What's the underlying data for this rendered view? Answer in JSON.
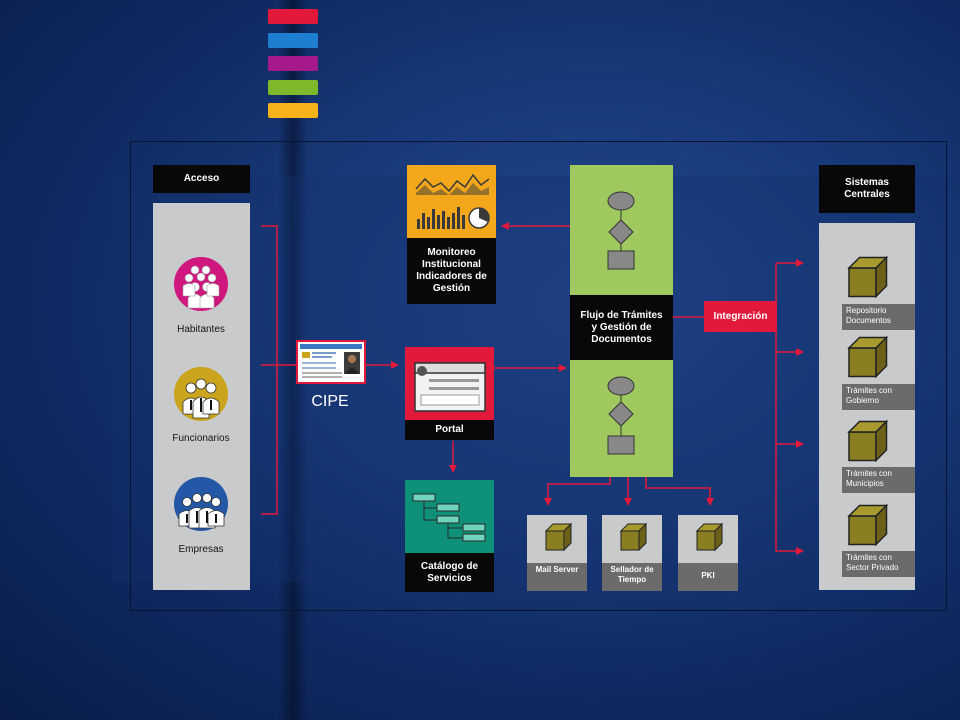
{
  "colors": {
    "bar_red": "#e2193b",
    "bar_blue": "#1e7fd0",
    "bar_purple": "#a5198b",
    "bar_green": "#7fb82a",
    "bar_yellow": "#f6b21a",
    "arrow_red": "#e2193b",
    "panel_yellow": "#f3a81b",
    "panel_red": "#e2193b",
    "panel_teal": "#0f9079",
    "flow_green": "#9fc85e",
    "cube": "#8a7e22",
    "circle_magenta": "#d0177e",
    "circle_gold": "#c9a41c",
    "circle_blue": "#2458a6"
  },
  "acceso": {
    "title": "Acceso",
    "users": [
      "Habitantes",
      "Funcionarios",
      "Empresas"
    ]
  },
  "cipe": {
    "label": "CIPE"
  },
  "monitoreo": {
    "title": "Monitoreo Institucional Indicadores de Gestión"
  },
  "portal": {
    "title": "Portal"
  },
  "catalogo": {
    "title": "Catálogo de Servicios"
  },
  "flujo": {
    "title": "Flujo de Trámites y Gestión de Documentos"
  },
  "integracion": {
    "label": "Integración"
  },
  "servers": [
    "Mail Server",
    "Sellador de Tiempo",
    "PKI"
  ],
  "sistemas": {
    "title": "Sistemas Centrales",
    "items": [
      "Repositorio Documentos",
      "Trámites con Gobierno",
      "Trámites con Municipios",
      "Trámites con Sector Privado"
    ]
  }
}
